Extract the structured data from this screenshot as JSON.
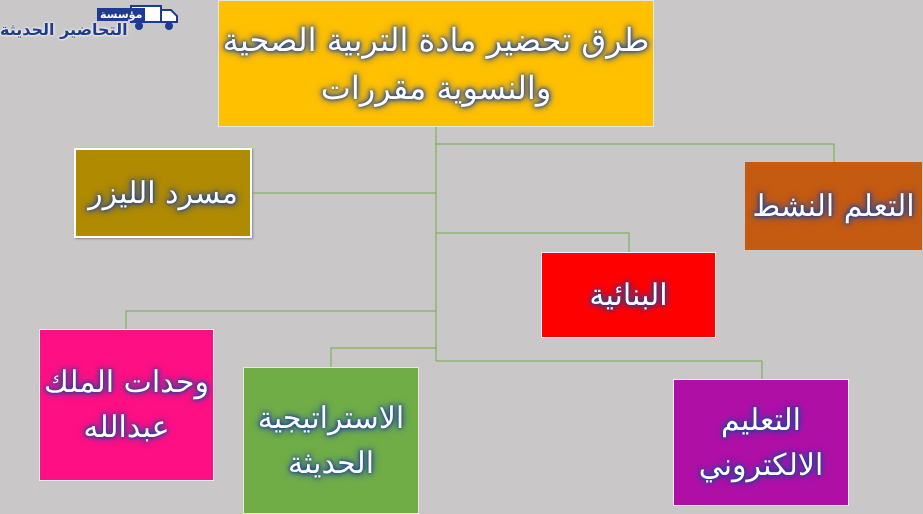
{
  "logo": {
    "top_text": "مؤسسة",
    "main_text": "التحاضير الحديثة"
  },
  "diagram": {
    "title": [
      "طرق تحضير مادة التربية الصحية",
      "والنسوية مقررات"
    ],
    "nodes": {
      "laser": [
        "مسرد الليزر"
      ],
      "active_learning": [
        "التعلم النشط"
      ],
      "constructivism": [
        "البنائية"
      ],
      "king_abdullah_units": [
        "وحدات الملك",
        "عبدالله"
      ],
      "modern_strategies": [
        "الاستراتيجية",
        "الحديثة"
      ],
      "e_learning": [
        "التعليم",
        "الالكتروني"
      ]
    },
    "colors": {
      "background": "#c9c7c8",
      "title": "#ffc000",
      "laser": "#b08a00",
      "active_learning": "#c55a11",
      "constructivism": "#ff0000",
      "king_abdullah_units": "#ff0f83",
      "modern_strategies": "#70ad47",
      "e_learning": "#b00fa6",
      "connector": "#70ad47"
    }
  }
}
